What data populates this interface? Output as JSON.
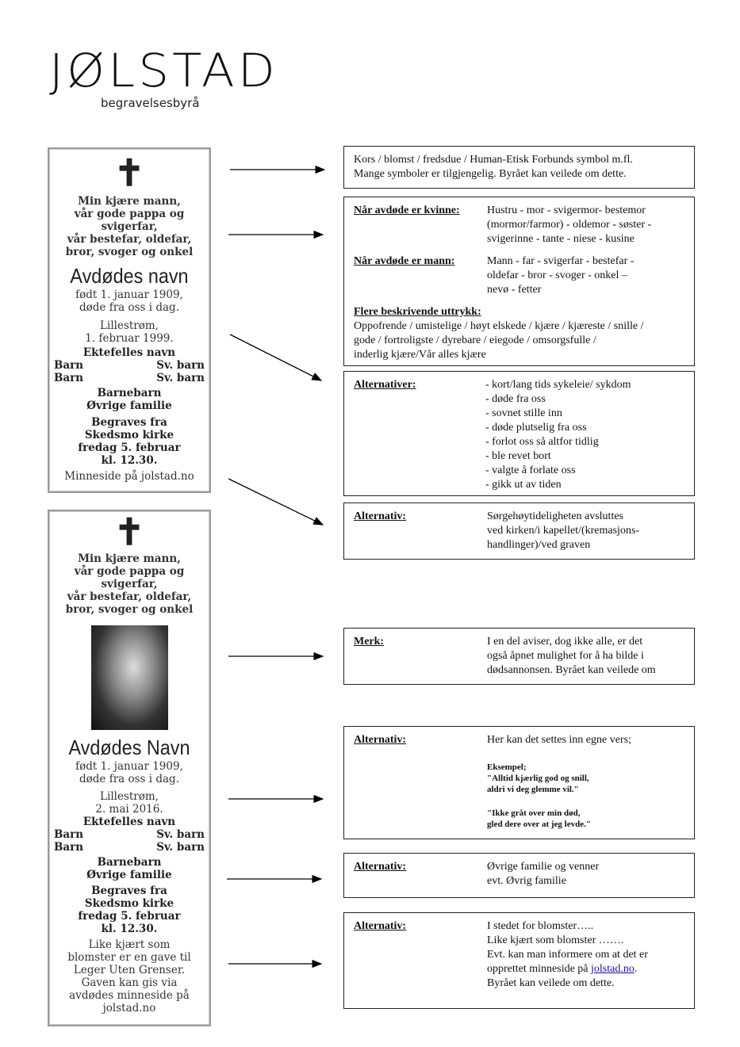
{
  "logo": {
    "main": "JØLSTAD",
    "sub": "begravelsesbyrå"
  },
  "ad1": {
    "cross": "✝",
    "intro": [
      "Min kjære mann,",
      "vår gode pappa og",
      "svigerfar,",
      "vår bestefar, oldefar,",
      "bror, svoger og onkel"
    ],
    "name": "Avdødes navn",
    "born": [
      "født 1. januar 1909,",
      "døde fra oss i dag."
    ],
    "place": [
      "Lillestrøm,",
      "1. februar 1999."
    ],
    "spouse": "Ektefelles navn",
    "children": [
      [
        "Barn",
        "Sv. barn"
      ],
      [
        "Barn",
        "Sv. barn"
      ]
    ],
    "grand": [
      "Barnebarn",
      "Øvrige familie"
    ],
    "funeral": [
      "Begraves fra",
      "Skedsmo kirke",
      "fredag 5. februar",
      "kl. 12.30."
    ],
    "memorial": "Minneside på jolstad.no"
  },
  "ad2": {
    "cross": "✝",
    "intro": [
      "Min kjære mann,",
      "vår gode pappa og",
      "svigerfar,",
      "vår bestefar, oldefar,",
      "bror, svoger og onkel"
    ],
    "name": "Avdødes Navn",
    "born": [
      "født 1. januar 1909,",
      "døde fra oss i dag."
    ],
    "place": [
      "Lillestrøm,",
      "2. mai 2016."
    ],
    "spouse": "Ektefelles navn",
    "children": [
      [
        "Barn",
        "Sv. barn"
      ],
      [
        "Barn",
        "Sv. barn"
      ]
    ],
    "grand": [
      "Barnebarn",
      "Øvrige familie"
    ],
    "funeral": [
      "Begraves fra",
      "Skedsmo kirke",
      "fredag 5. februar",
      "kl. 12.30."
    ],
    "gift": [
      "Like kjært som",
      "blomster er en gave til",
      "Leger Uten Grenser.",
      "Gaven kan gis via",
      "avdødes minneside på",
      "jolstad.no"
    ]
  },
  "box1": [
    "Kors / blomst / fredsdue / Human-Etisk Forbunds symbol m.fl.",
    "Mange symboler er tilgjengelig. Byrået kan veilede om dette."
  ],
  "box2": {
    "woman_label": "Når avdøde er kvinne:",
    "woman_text": [
      "Hustru - mor - svigermor- bestemor",
      "(mormor/farmor) - oldemor - søster -",
      "svigerinne - tante - niese - kusine"
    ],
    "man_label": "Når avdøde er mann:",
    "man_text": [
      "Mann - far - svigerfar - bestefar -",
      "oldefar - bror - svoger - onkel –",
      "nevø - fetter"
    ],
    "more_label": "Flere beskrivende uttrykk:",
    "more_text": [
      "Oppofrende / umistelige / høyt elskede / kjære / kjæreste / snille /",
      "gode / fortroligste / dyrebare / eiegode / omsorgsfulle /",
      "inderlig kjære/Vår alles kjære"
    ]
  },
  "box3": {
    "label": "Alternativer:",
    "items": [
      "- kort/lang tids sykeleie/ sykdom",
      "- døde fra oss",
      "- sovnet stille inn",
      "- døde plutselig fra oss",
      "- forlot oss så altfor tidlig",
      "- ble revet bort",
      "- valgte å forlate oss",
      "- gikk ut av tiden"
    ]
  },
  "box4": {
    "label": "Alternativ:",
    "text": [
      "Sørgehøytideligheten avsluttes",
      "ved kirken/i kapellet/(kremasjons-",
      "handlinger)/ved graven"
    ]
  },
  "box5": {
    "label": "Merk:",
    "text": [
      "I en del aviser, dog ikke alle, er det",
      "også åpnet mulighet for å ha bilde i",
      "dødsannonsen. Byrået kan veilede om"
    ]
  },
  "box6": {
    "label": "Alternativ:",
    "text": "Her kan det settes inn egne vers;",
    "example_label": "Eksempel;",
    "verse1": [
      "\"Alltid kjærlig god og snill,",
      "aldri vi deg glemme vil.\""
    ],
    "verse2": [
      "\"Ikke gråt over min død,",
      "gled dere over at jeg levde.\""
    ]
  },
  "box7": {
    "label": "Alternativ:",
    "text": [
      "Øvrige familie og venner",
      "evt. Øvrig familie"
    ]
  },
  "box8": {
    "label": "Alternativ:",
    "text": [
      "I stedet for blomster…..",
      "Like kjært som blomster …….",
      "Evt. kan man informere om at det er"
    ],
    "link_prefix": "opprettet minneside på ",
    "link": "jolstad.no",
    "link_suffix": ".",
    "last": "Byrået kan veilede om dette."
  }
}
